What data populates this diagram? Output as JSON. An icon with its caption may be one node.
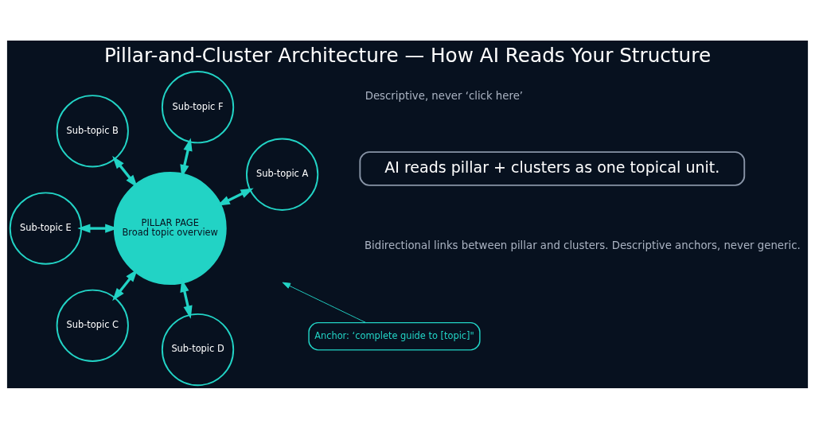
{
  "diagram": {
    "title": "Pillar-and-Cluster Architecture — How AI Reads Your Structure",
    "nodes": [
      {
        "text": [
          "Sub-topic A"
        ]
      },
      {
        "text": [
          "Sub-topic F"
        ]
      },
      {
        "text": [
          "Sub-topic B"
        ]
      },
      {
        "text": [
          "PILLAR PAGE",
          "Broad topic overview"
        ]
      },
      {
        "text": [
          "Anchor: ‘complete guide to [topic]\""
        ]
      },
      {
        "text": [
          "Sub-topic E"
        ]
      },
      {
        "text": [
          "Sub-topic C"
        ]
      },
      {
        "text": [
          "Sub-topic D"
        ]
      },
      {
        "text": [
          "AI reads pillar + clusters as one topical unit."
        ]
      }
    ],
    "edges": [
      {
        "from": 3,
        "to": 0,
        "arrow": "both"
      },
      {
        "from": 3,
        "to": 2,
        "arrow": "both"
      },
      {
        "from": 3,
        "to": 6,
        "arrow": "both"
      },
      {
        "from": 3,
        "to": 7,
        "arrow": "both"
      },
      {
        "from": 3,
        "to": 5,
        "arrow": "both"
      },
      {
        "from": 3,
        "to": 1,
        "arrow": "both"
      },
      {
        "from": 4,
        "to": null,
        "arrow": "to"
      }
    ],
    "labels": [
      "Bidirectional links between pillar and clusters. Descriptive anchors, never generic.",
      "Descriptive, never ‘click here’"
    ]
  }
}
